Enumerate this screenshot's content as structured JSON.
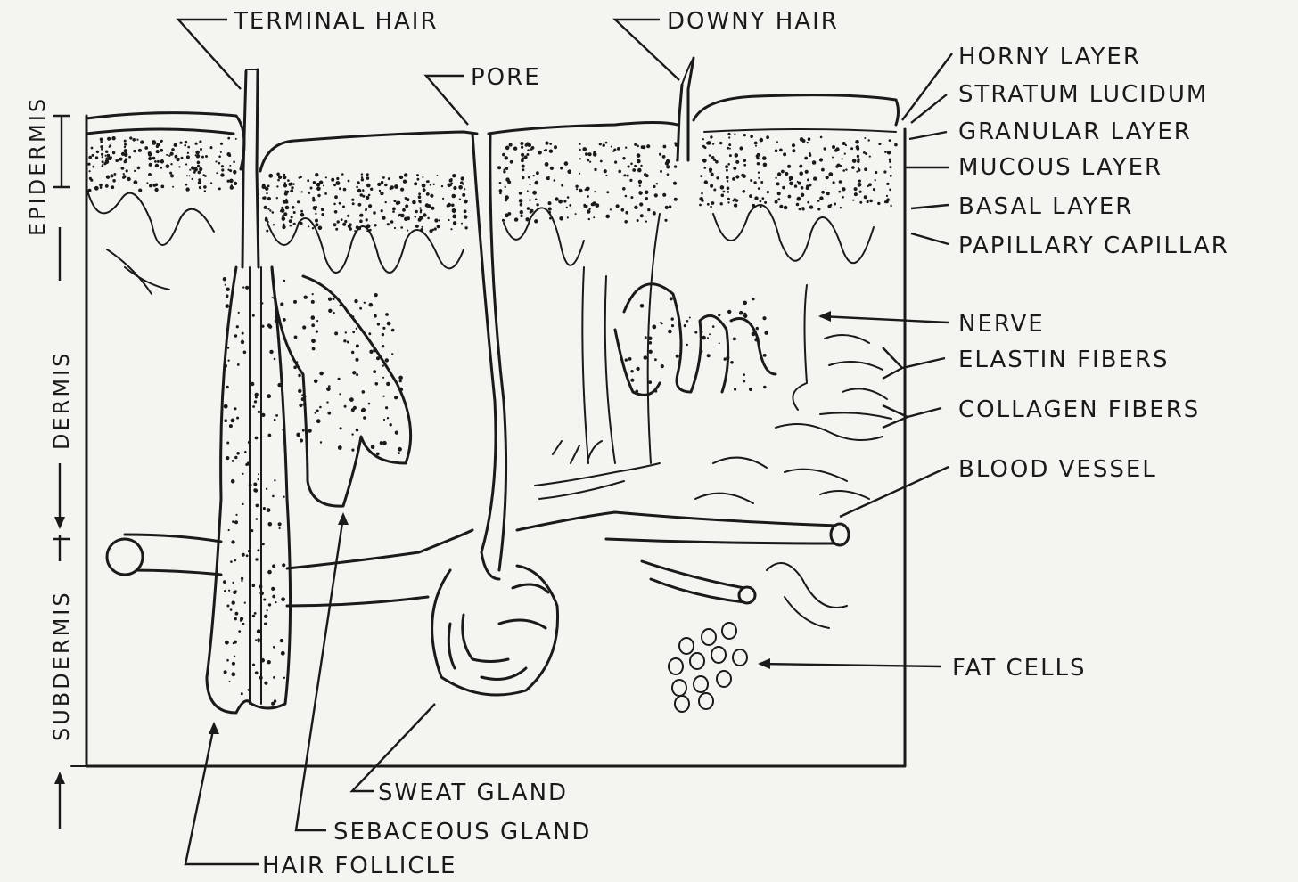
{
  "labels": {
    "terminal_hair": "TERMINAL HAIR",
    "downy_hair": "DOWNY HAIR",
    "pore": "PORE",
    "horny_layer": "HORNY LAYER",
    "stratum_lucidum": "STRATUM LUCIDUM",
    "granular_layer": "GRANULAR LAYER",
    "mucous_layer": "MUCOUS LAYER",
    "basal_layer": "BASAL LAYER",
    "papillary_capillar": "PAPILLARY CAPILLAR",
    "nerve": "NERVE",
    "elastin_fibers": "ELASTIN FIBERS",
    "collagen_fibers": "COLLAGEN FIBERS",
    "blood_vessel": "BLOOD VESSEL",
    "fat_cells": "FAT CELLS",
    "sweat_gland": "SWEAT GLAND",
    "sebaceous_gland": "SEBACEOUS GLAND",
    "hair_follicle": "HAIR FOLLICLE"
  },
  "layers": {
    "epidermis": "EPIDERMIS",
    "dermis": "DERMIS",
    "subdermis": "SUBDERMIS"
  }
}
